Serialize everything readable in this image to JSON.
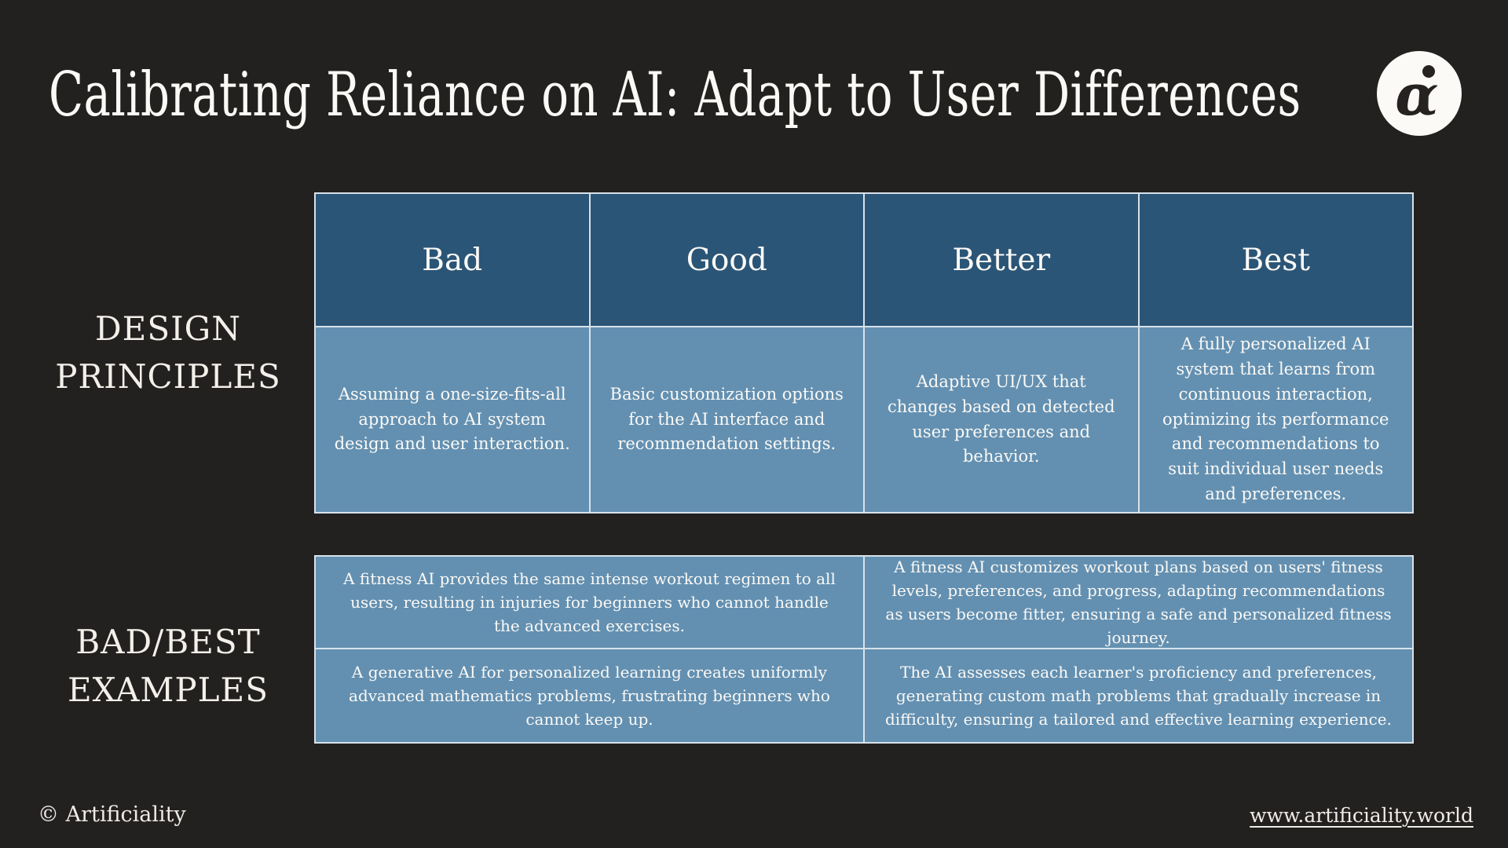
{
  "header": {
    "title": "Calibrating Reliance on AI: Adapt to User Differences",
    "logo_glyph": "α"
  },
  "colors": {
    "background": "#232020",
    "table_header_bg": "#2b5577",
    "table_cell_bg": "#6390b1",
    "table_border": "#d8e2ea",
    "text": "#fbf9f6"
  },
  "principles_table": {
    "row_label": "DESIGN\nPRINCIPLES",
    "columns": [
      "Bad",
      "Good",
      "Better",
      "Best"
    ],
    "cells": [
      "Assuming a one-size-fits-all approach to AI system design and user interaction.",
      "Basic customization options for the AI interface and recommendation settings.",
      "Adaptive UI/UX that changes based on detected user preferences and behavior.",
      "A fully personalized AI system that learns from continuous interaction, optimizing its performance and recommendations to suit individual user needs and preferences."
    ]
  },
  "examples_table": {
    "row_label": "BAD/BEST\nEXAMPLES",
    "rows": [
      [
        "A fitness AI provides the same intense workout regimen to all users, resulting in injuries for beginners who cannot handle the advanced exercises.",
        "A fitness AI customizes workout plans based on users' fitness levels, preferences, and progress, adapting recommendations as users become fitter, ensuring a safe and personalized fitness journey."
      ],
      [
        "A generative AI for personalized learning creates uniformly advanced mathematics problems, frustrating beginners who cannot keep up.",
        "The AI assesses each learner's proficiency and preferences, generating custom math problems that gradually increase in difficulty, ensuring a tailored and effective learning experience."
      ]
    ]
  },
  "footer": {
    "copyright": "© Artificiality",
    "website": "www.artificiality.world"
  }
}
